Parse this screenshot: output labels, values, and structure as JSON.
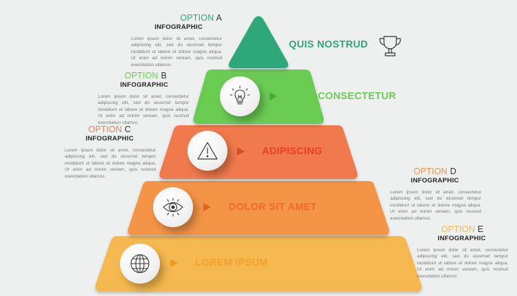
{
  "tiers": [
    {
      "label": "QUIS NOSTRUD",
      "color": "#2fa77a",
      "text_color": "#2fa77a",
      "icon": "trophy-icon"
    },
    {
      "label": "CONSECTETUR",
      "color": "#6bcb52",
      "text_color": "#6bcb52",
      "icon": "lightbulb-icon"
    },
    {
      "label": "ADIPISCING",
      "color": "#f07a4c",
      "text_color": "#ea3f25",
      "icon": "warning-icon"
    },
    {
      "label": "DOLOR SIT AMET",
      "color": "#f39447",
      "text_color": "#ef6a2c",
      "icon": "eye-icon"
    },
    {
      "label": "LOREM IPSUM",
      "color": "#f5b84f",
      "text_color": "#f5a12f",
      "icon": "globe-icon"
    }
  ],
  "options": [
    {
      "word": "OPTION",
      "letter": "A",
      "color": "#2fa77a",
      "subtitle": "INFOGRAPHIC",
      "text": "Lorem ipsum dolor sit amet, consectetur adipiscing elit, sed do eiusmod tempor incididunt ut labore et dolore magna aliqua. Ut enim ad minim veniam, quis nostrud exercitation ullamco."
    },
    {
      "word": "OPTION",
      "letter": "B",
      "color": "#6bcb52",
      "subtitle": "INFOGRAPHIC",
      "text": "Lorem ipsum dolor sit amet, consectetur adipiscing elit, sed do eiusmod tempor incididunt ut labore et dolore magna aliqua. Ut enim ad minim veniam, quis nostrud exercitation ullamco."
    },
    {
      "word": "OPTION",
      "letter": "C",
      "color": "#f07a4c",
      "subtitle": "INFOGRAPHIC",
      "text": "Lorem ipsum dolor sit amet, consectetur adipiscing elit, sed do eiusmod tempor incididunt ut labore et dolore magna aliqua. Ut enim ad minim veniam, quis nostrud exercitation ullamco."
    },
    {
      "word": "OPTION",
      "letter": "D",
      "color": "#f39447",
      "subtitle": "INFOGRAPHIC",
      "text": "Lorem ipsum dolor sit amet, consectetur adipiscing elit, sed do eiusmod tempor incididunt ut labore et dolore magna aliqua. Ut enim ad minim veniam, quis nostrud exercitation ullamco."
    },
    {
      "word": "OPTION",
      "letter": "E",
      "color": "#f5b84f",
      "subtitle": "INFOGRAPHIC",
      "text": "Lorem ipsum dolor sit amet, consectetur adipiscing elit, sed do eiusmod tempor incididunt ut labore et dolore magna aliqua. Ut enim ad minim veniam, quis nostrud exercitation ullamco."
    }
  ]
}
